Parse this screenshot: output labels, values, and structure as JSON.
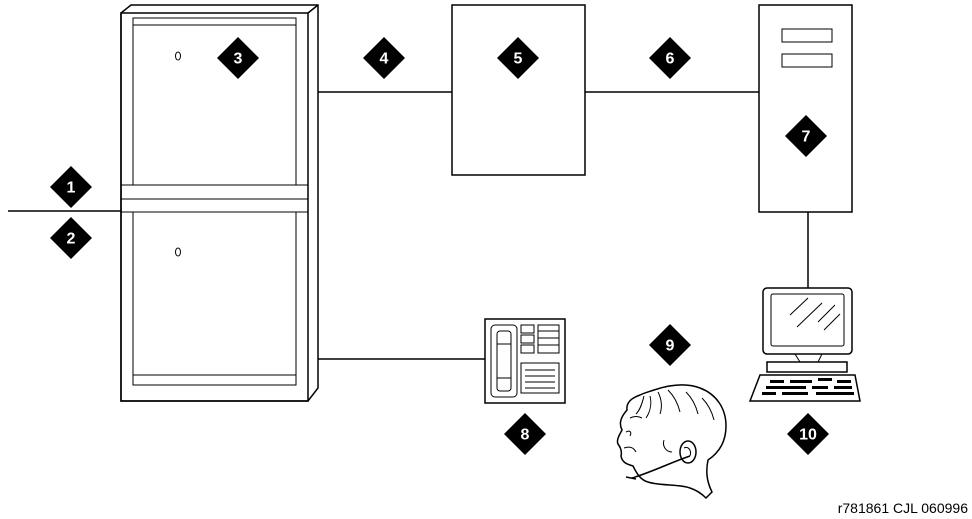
{
  "callouts": [
    {
      "id": "1",
      "label": "1"
    },
    {
      "id": "2",
      "label": "2"
    },
    {
      "id": "3",
      "label": "3"
    },
    {
      "id": "4",
      "label": "4"
    },
    {
      "id": "5",
      "label": "5"
    },
    {
      "id": "6",
      "label": "6"
    },
    {
      "id": "7",
      "label": "7"
    },
    {
      "id": "8",
      "label": "8"
    },
    {
      "id": "9",
      "label": "9"
    },
    {
      "id": "10",
      "label": "10"
    }
  ],
  "figure_id": "r781861 CJL 060996",
  "colors": {
    "line": "#000000",
    "callout_fill": "#000000",
    "callout_text": "#ffffff",
    "background": "#ffffff"
  }
}
